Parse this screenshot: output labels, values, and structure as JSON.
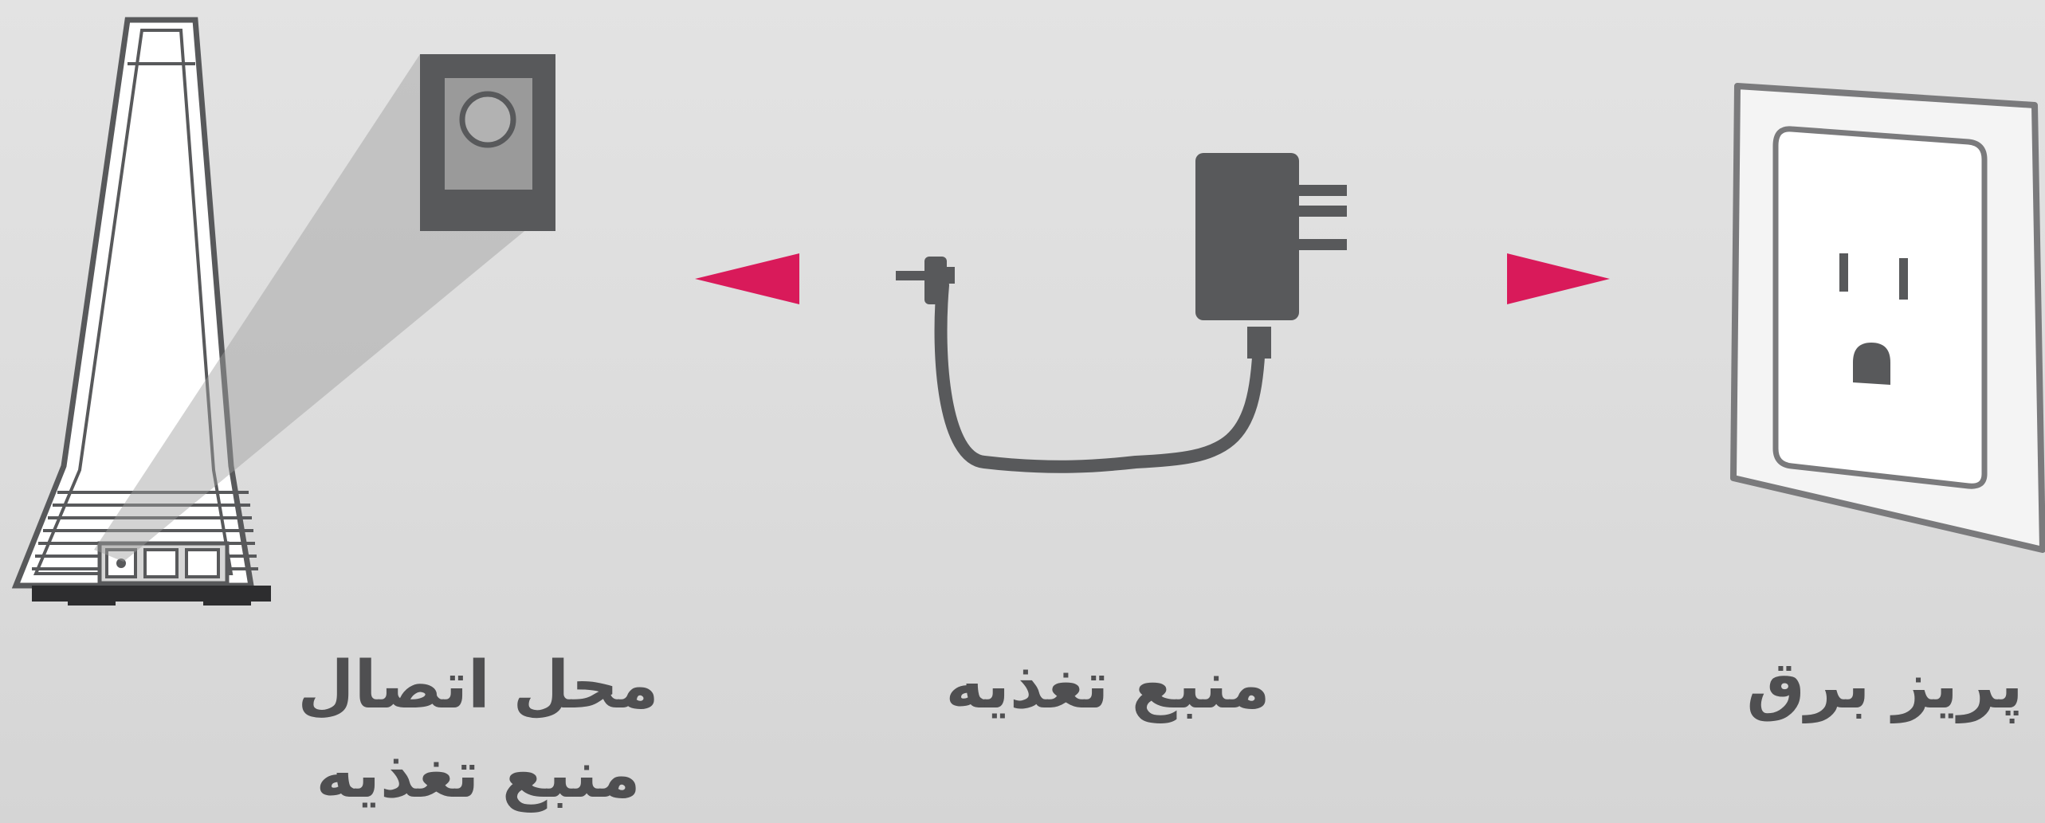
{
  "labels": {
    "router_port_line1": "محل اتصال",
    "router_port_line2": "منبع تغذیه",
    "power_adapter": "منبع تغذیه",
    "wall_outlet": "پریز برق"
  },
  "colors": {
    "arrow": "#d91a5a",
    "device_gray": "#58595b",
    "text": "#4f4f51"
  },
  "icons": [
    "router-icon",
    "power-port-zoom-icon",
    "power-adapter-icon",
    "wall-outlet-icon",
    "arrow-left-icon",
    "arrow-right-icon"
  ]
}
